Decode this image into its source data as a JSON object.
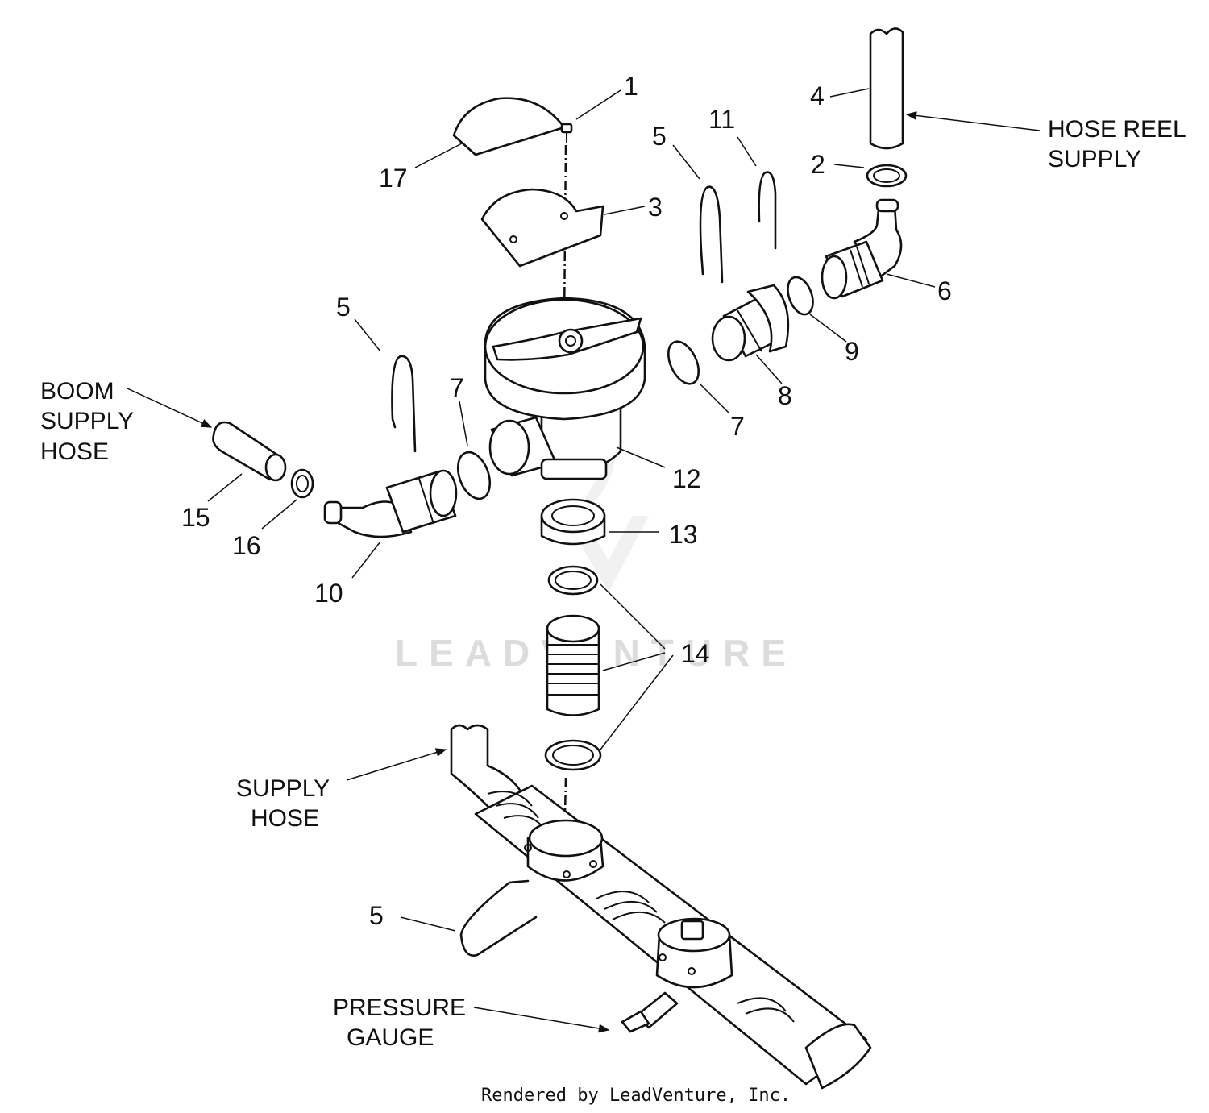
{
  "callouts": {
    "c1": "1",
    "c2": "2",
    "c3": "3",
    "c4": "4",
    "c5a": "5",
    "c5b": "5",
    "c5c": "5",
    "c6": "6",
    "c7a": "7",
    "c7b": "7",
    "c8": "8",
    "c9": "9",
    "c10": "10",
    "c11": "11",
    "c12": "12",
    "c13": "13",
    "c14": "14",
    "c15": "15",
    "c16": "16",
    "c17": "17"
  },
  "labels": {
    "hose_reel_supply": [
      "HOSE REEL",
      "SUPPLY"
    ],
    "boom_supply_hose": [
      "BOOM",
      "SUPPLY",
      "HOSE"
    ],
    "supply_hose": [
      "SUPPLY",
      "HOSE"
    ],
    "pressure_gauge": [
      "PRESSURE",
      "GAUGE"
    ]
  },
  "watermark": "LEADVENTURE",
  "credit": "Rendered by LeadVenture, Inc."
}
